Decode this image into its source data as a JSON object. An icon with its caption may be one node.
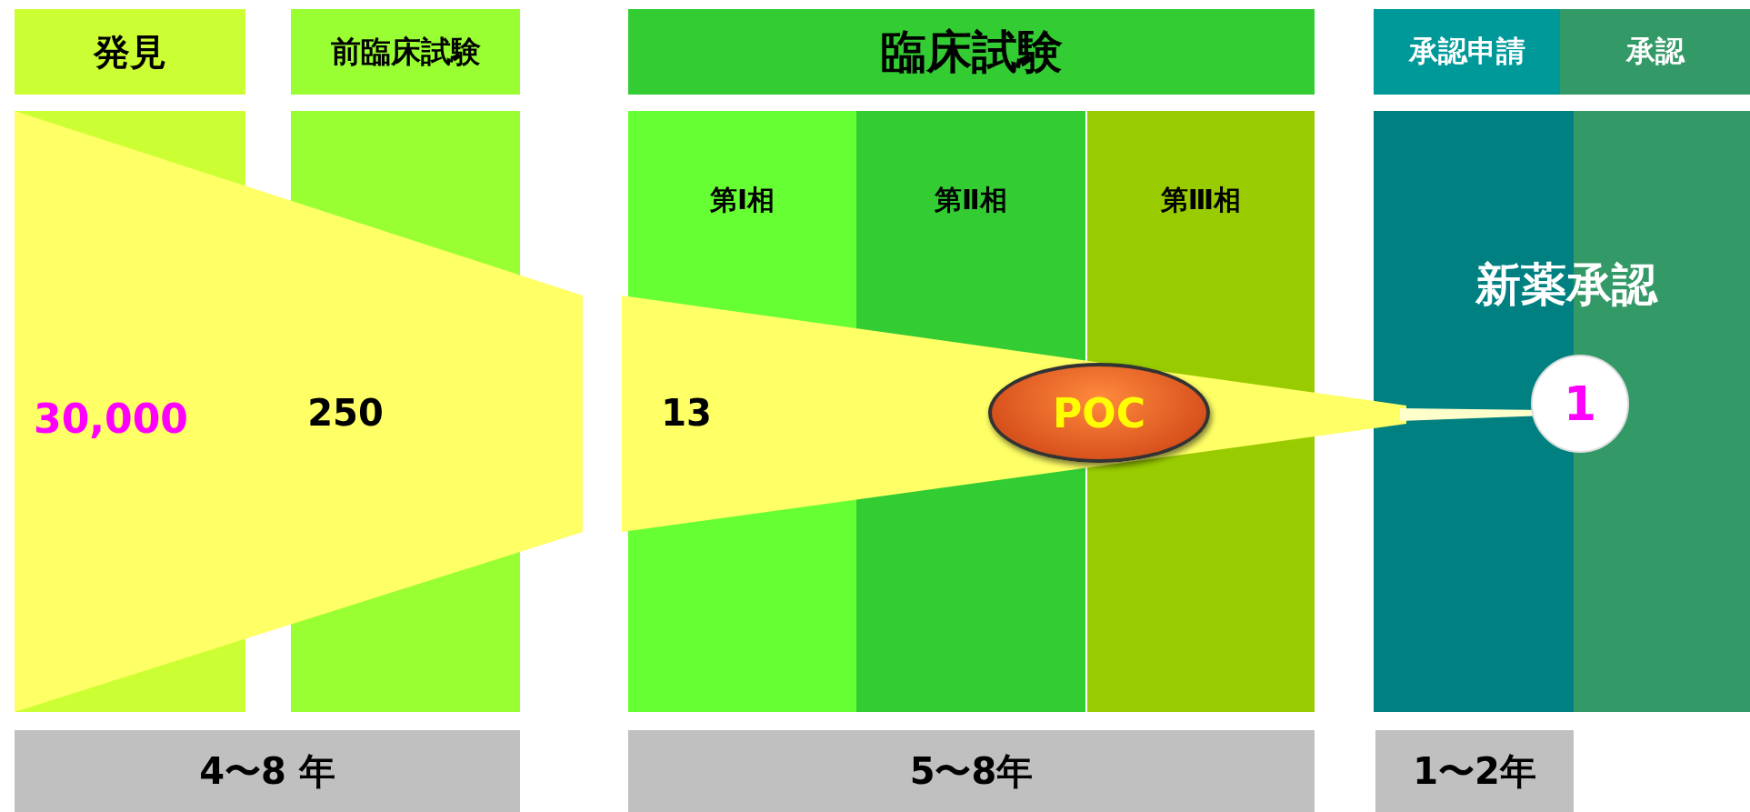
{
  "diagram": {
    "nodes": [
      {
        "text": [
          "発見"
        ]
      },
      {
        "text": [
          "前臨床試験"
        ]
      },
      {
        "text": [
          "臨床試験"
        ]
      },
      {
        "text": [
          "承認申請"
        ]
      },
      {
        "text": [
          "承認"
        ]
      },
      {
        "text": [
          "第Ⅰ相"
        ]
      },
      {
        "text": [
          "第Ⅱ相"
        ]
      },
      {
        "text": [
          "第Ⅲ相"
        ]
      },
      {
        "text": [
          "POC"
        ]
      },
      {
        "text": [
          "1"
        ]
      },
      {
        "text": [
          "4〜8 年"
        ]
      },
      {
        "text": [
          "5〜8年"
        ]
      },
      {
        "text": [
          "1〜2年"
        ]
      }
    ],
    "labels": [
      "30,000",
      "250",
      "13",
      "新薬承認"
    ]
  }
}
